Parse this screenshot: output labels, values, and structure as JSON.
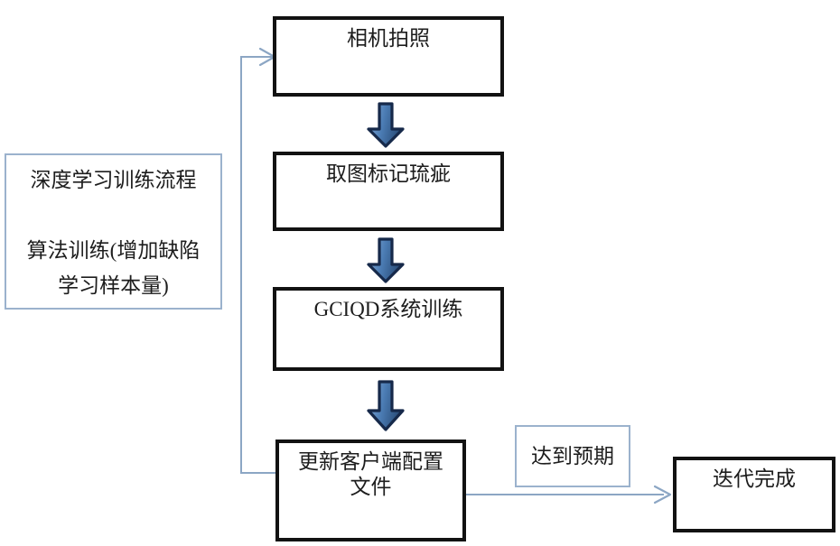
{
  "diagram": {
    "title": "深度学习训练流程",
    "type": "flowchart",
    "colors": {
      "box_border_heavy": "#121212",
      "box_border_light": "#9bb2cd",
      "connector": "#8ca6c4",
      "block_arrow_fill": "#4a7ab5",
      "block_arrow_outline": "#1b2f4d",
      "text": "#1d1d1d",
      "background": "#ffffff"
    },
    "nodes": {
      "legend": {
        "line1": "深度学习训练流程",
        "line2": "算法训练(增加缺陷\n学习样本量)",
        "text": "深度学习训练流程\n\n算法训练(增加缺陷\n学习样本量)"
      },
      "step1": {
        "text": "相机拍照"
      },
      "step2": {
        "text": "取图标记琉疵"
      },
      "step3": {
        "text": "GCIQD系统训练"
      },
      "step4": {
        "text": "更新客户端配置\n文件"
      },
      "condition": {
        "text": "达到预期"
      },
      "end": {
        "text": "迭代完成"
      }
    },
    "edges": [
      {
        "name": "step1-to-step2",
        "style": "block-arrow",
        "direction": "down"
      },
      {
        "name": "step2-to-step3",
        "style": "block-arrow",
        "direction": "down"
      },
      {
        "name": "step3-to-step4",
        "style": "block-arrow",
        "direction": "down"
      },
      {
        "name": "step4-to-end",
        "style": "thin-line",
        "direction": "right",
        "label": "达到预期"
      },
      {
        "name": "step4-feedback-to-step1",
        "style": "thin-line",
        "direction": "loop-left-up"
      }
    ]
  }
}
